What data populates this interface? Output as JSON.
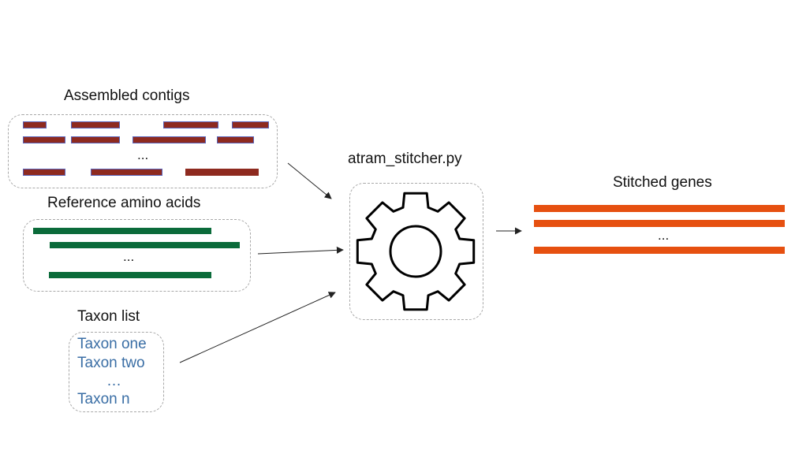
{
  "labels": {
    "assembled_contigs": "Assembled contigs",
    "reference_amino_acids": "Reference amino acids",
    "taxon_list": "Taxon list",
    "tool": "atram_stitcher.py",
    "stitched_genes": "Stitched genes"
  },
  "ellipsis": "...",
  "taxa": [
    "Taxon one",
    "Taxon two",
    "…",
    "Taxon n"
  ],
  "colors": {
    "contig_fill": "#8e2a1f",
    "contig_outline": "#5b63b8",
    "reference_bar": "#0b6b3a",
    "taxon_text": "#3a6ea5",
    "gene_bar": "#e65010",
    "box_border": "#a8a8a8"
  },
  "icons": [
    "gear-icon",
    "arrow-icon"
  ]
}
